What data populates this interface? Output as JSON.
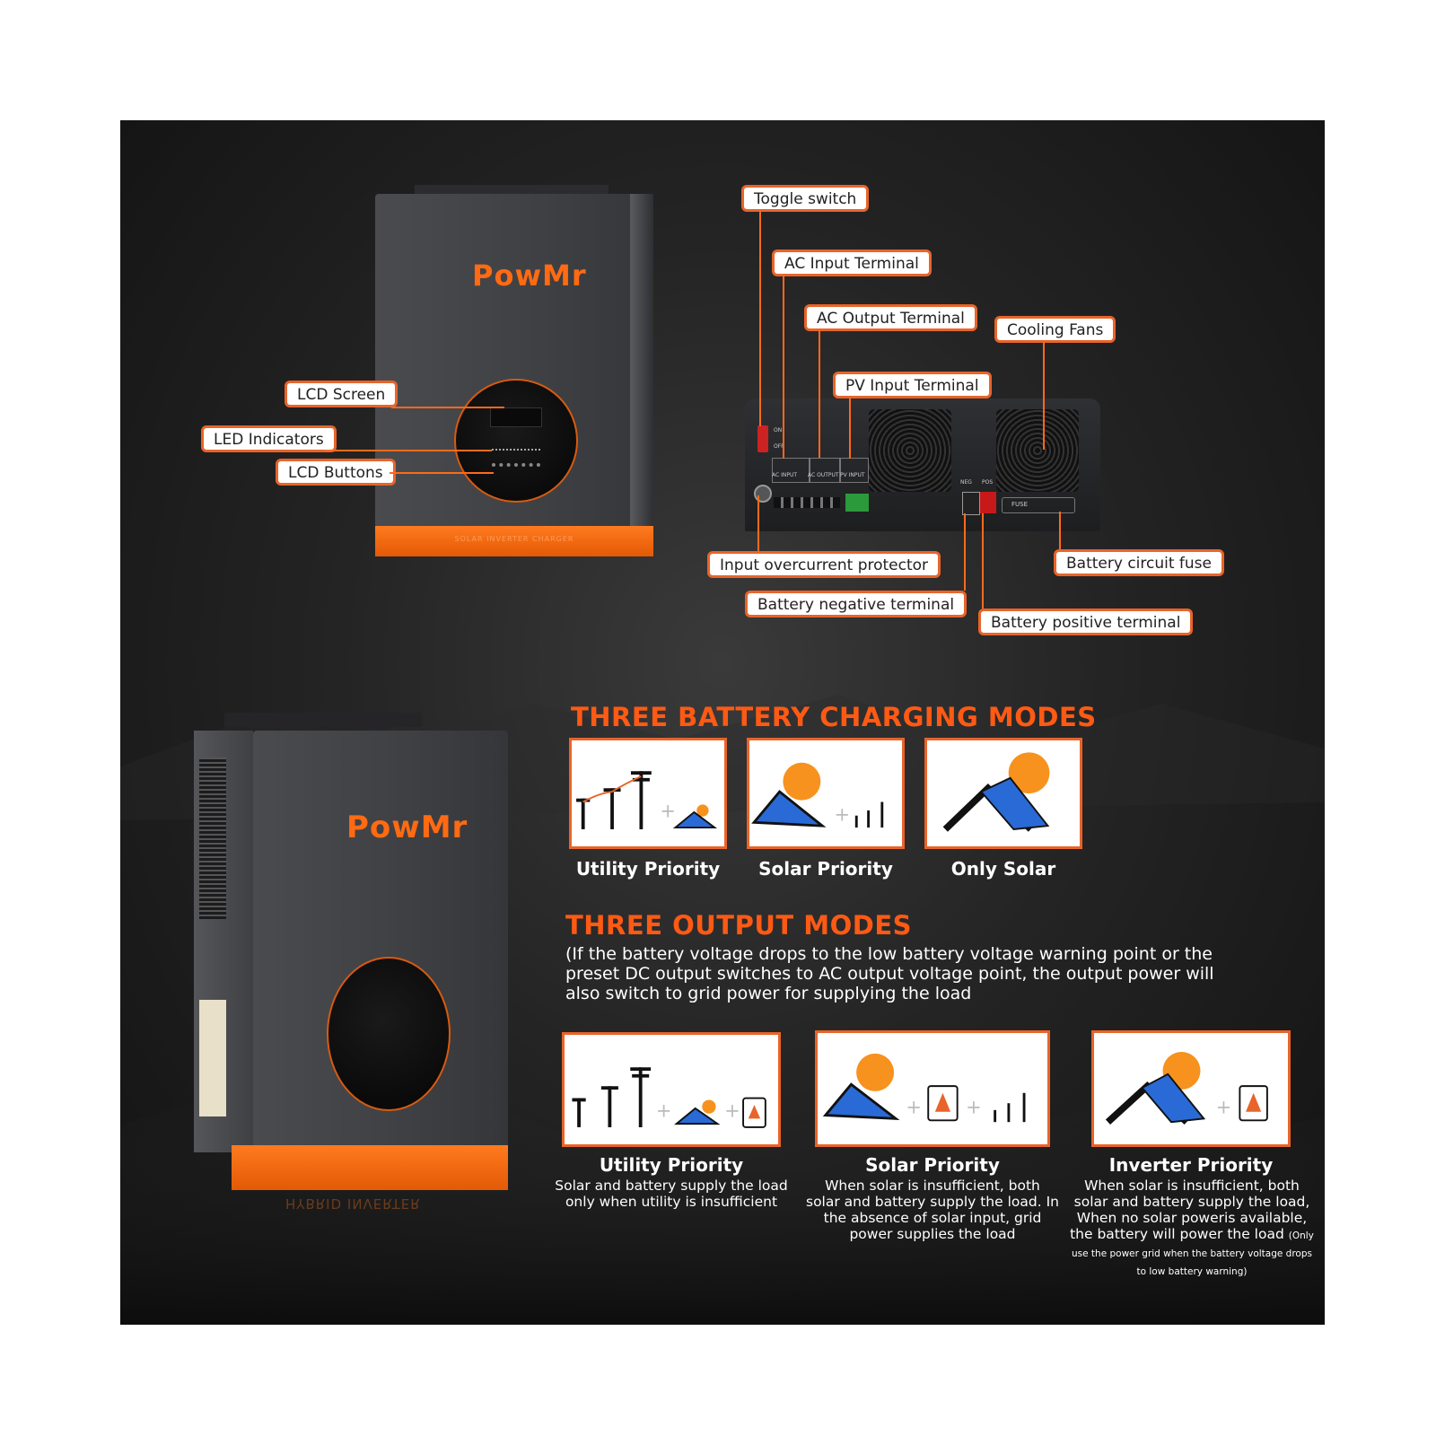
{
  "brand": {
    "logo": "PowMr",
    "front_base_text": "SOLAR INVERTER CHARGER",
    "side_base_text": "HYBRID INVERTER"
  },
  "callouts": {
    "lcd_screen": "LCD Screen",
    "led_indicators": "LED Indicators",
    "lcd_buttons": "LCD Buttons",
    "toggle_switch": "Toggle switch",
    "ac_input_terminal": "AC Input Terminal",
    "ac_output_terminal": "AC Output Terminal",
    "cooling_fans": "Cooling Fans",
    "pv_input_terminal": "PV Input Terminal",
    "input_overcurrent_protector": "Input overcurrent protector",
    "battery_circuit_fuse": "Battery circuit fuse",
    "battery_negative_terminal": "Battery negative terminal",
    "battery_positive_terminal": "Battery positive terminal"
  },
  "bottom_panel": {
    "on": "ON",
    "off": "OFF",
    "ac_input": "AC INPUT",
    "ac_output": "AC OUTPUT",
    "pv_input": "PV INPUT",
    "fuse": "FUSE",
    "neg": "NEG",
    "pos": "POS"
  },
  "charging": {
    "title": "THREE BATTERY CHARGING MODES",
    "modes": [
      {
        "label": "Utility Priority",
        "icon": "utility-plus-solar-icon"
      },
      {
        "label": "Solar Priority",
        "icon": "solar-plus-utility-icon"
      },
      {
        "label": "Only Solar",
        "icon": "solar-only-icon"
      }
    ]
  },
  "output": {
    "title": "THREE OUTPUT MODES",
    "note": "(If the battery voltage drops to the low battery voltage warning point or the preset DC output switches to AC output voltage point, the output power will also switch to grid power for supplying the load",
    "modes": [
      {
        "label": "Utility Priority",
        "desc": "Solar and battery supply the load only when utility is insufficient",
        "desc_small": ""
      },
      {
        "label": "Solar Priority",
        "desc": "When solar is insufficient, both solar and battery supply the load. In the absence of solar input, grid power supplies the load",
        "desc_small": ""
      },
      {
        "label": "Inverter Priority",
        "desc": "When solar is insufficient, both solar and battery supply the load, When no solar poweris available, the battery will power the load",
        "desc_small": "(Only use the power grid when the battery voltage drops to low battery warning)"
      }
    ]
  },
  "colors": {
    "accent": "#ff5a14",
    "callout_border": "#e8642a",
    "background": "#1c1c1c"
  }
}
